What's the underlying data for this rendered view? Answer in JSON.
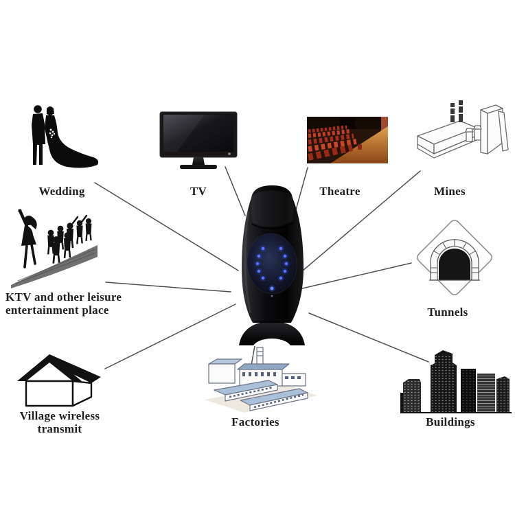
{
  "figure": {
    "description": "Hub-and-spoke product diagram: black wireless signal transmitter device in the center connected by thin lines to nine application scenes",
    "background_color": "#ffffff",
    "connector_color": "#4f4f4f",
    "label_color": "#1e1e1e",
    "device": {
      "name": "signal-transmitter-device",
      "body_color": "#0a0a0c",
      "led_color": "#5a74ff"
    },
    "nodes": [
      {
        "id": "wedding",
        "label": "Wedding"
      },
      {
        "id": "tv",
        "label": "TV"
      },
      {
        "id": "theatre",
        "label": "Theatre"
      },
      {
        "id": "mines",
        "label": "Mines"
      },
      {
        "id": "tunnels",
        "label": "Tunnels"
      },
      {
        "id": "buildings",
        "label": "Buildings"
      },
      {
        "id": "factories",
        "label": "Factories"
      },
      {
        "id": "village",
        "label_line1": "Village wireless",
        "label_line2": "transmit"
      },
      {
        "id": "ktv",
        "label_line1": "KTV and other leisure",
        "label_line2": "entertainment place"
      }
    ]
  }
}
